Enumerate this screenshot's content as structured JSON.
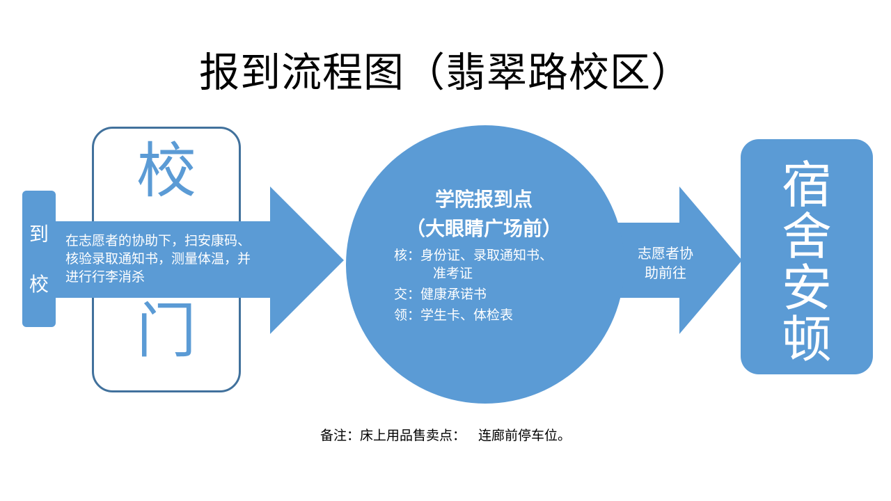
{
  "title": "报到流程图（翡翠路校区）",
  "gate": {
    "char_top": "校",
    "char_bottom": "门"
  },
  "arrival": {
    "char_top": "到",
    "char_bottom": "校"
  },
  "step1": {
    "lines": [
      "在志愿者的协助下，扫安康码、",
      "核验录取通知书，测量体温，并",
      "进行行李消杀"
    ]
  },
  "college": {
    "heading_line1": "学院报到点",
    "heading_line2": "（大眼睛广场前）",
    "check_line1": "核：身份证、录取通知书、",
    "check_line2": "准考证",
    "submit": "交：健康承诺书",
    "receive": "领：学生卡、体检表"
  },
  "step2": {
    "line1": "志愿者协",
    "line2": "助前往"
  },
  "dorm": {
    "chars": [
      "宿",
      "舍",
      "安",
      "顿"
    ]
  },
  "note": "备注：床上用品售卖点：   连廊前停车位。",
  "colors": {
    "accent": "#5b9bd5",
    "border": "#41719c",
    "text": "#000000",
    "background": "#ffffff"
  }
}
